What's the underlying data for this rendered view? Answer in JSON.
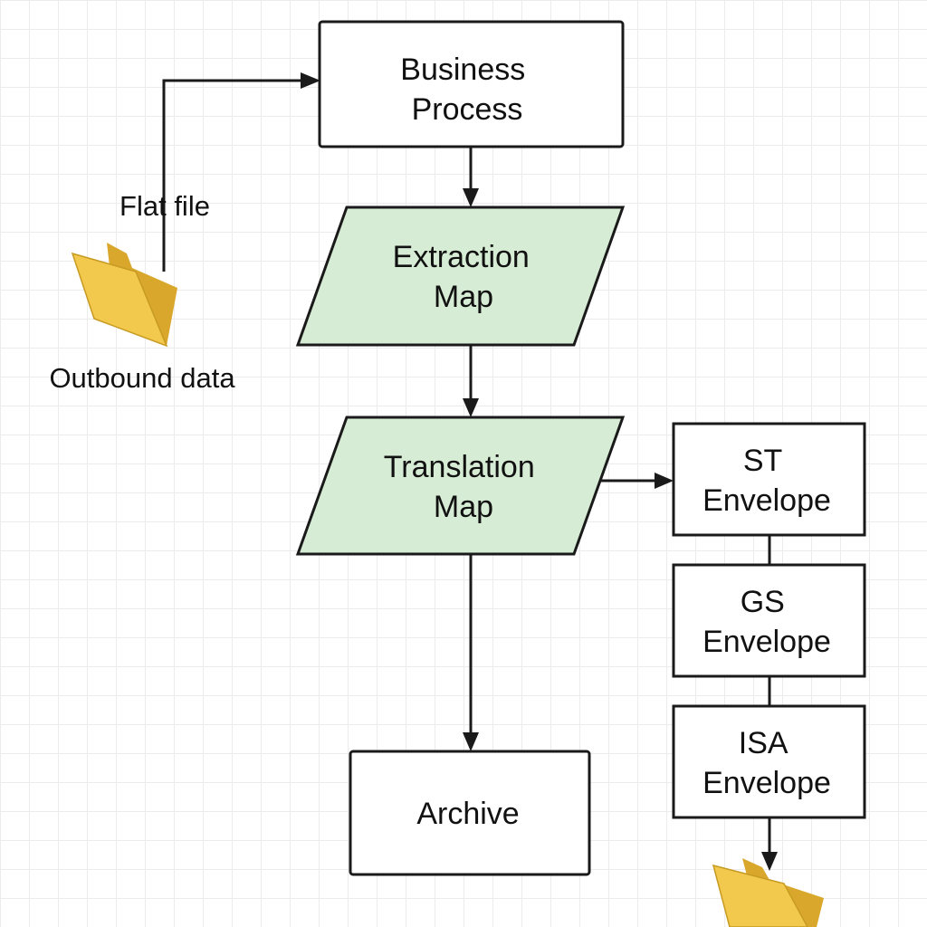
{
  "colors": {
    "map_fill": "#d7ecd4",
    "folder_main": "#f2c94c",
    "folder_dark": "#d9a72b",
    "stroke": "#1a1a1a"
  },
  "nodes": {
    "business_process": {
      "lines": [
        "Business",
        "Process"
      ]
    },
    "extraction_map": {
      "lines": [
        "Extraction",
        "Map"
      ]
    },
    "translation_map": {
      "lines": [
        "Translation",
        "Map"
      ]
    },
    "archive": {
      "lines": [
        "Archive"
      ]
    },
    "st_envelope": {
      "lines": [
        "ST",
        "Envelope"
      ]
    },
    "gs_envelope": {
      "lines": [
        "GS",
        "Envelope"
      ]
    },
    "isa_envelope": {
      "lines": [
        "ISA",
        "Envelope"
      ]
    }
  },
  "labels": {
    "flat_file": "Flat file",
    "outbound_data": "Outbound data"
  },
  "icons": {
    "source_folder": "folder-icon",
    "output_folder": "folder-icon"
  }
}
